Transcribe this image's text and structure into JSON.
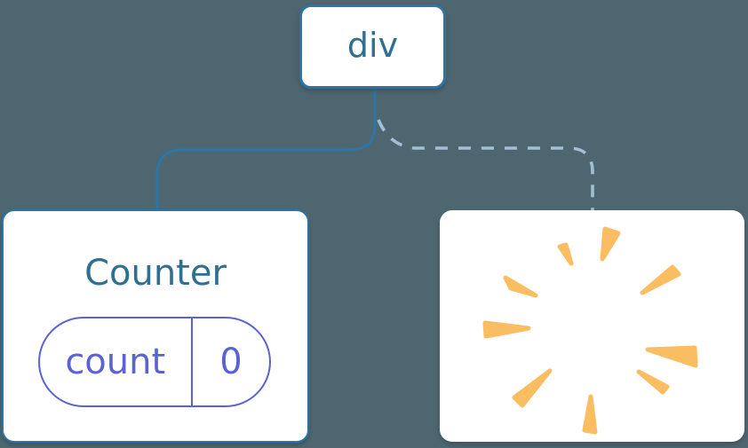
{
  "diagram": {
    "root_node": {
      "label": "div"
    },
    "counter_node": {
      "title": "Counter",
      "state": {
        "key": "count",
        "value": "0"
      }
    },
    "removed_node": {
      "icon": "poof-burst"
    },
    "connectors": {
      "left": "solid",
      "right": "dashed"
    },
    "colors": {
      "background": "#4D6670",
      "node_fill": "#FFFFFF",
      "line_blue": "#2F74A2",
      "label_blue": "#2F6F92",
      "state_purple": "#5B63D3",
      "dashed_blue": "#A2C0D4",
      "poof_orange": "#FABD62"
    }
  }
}
